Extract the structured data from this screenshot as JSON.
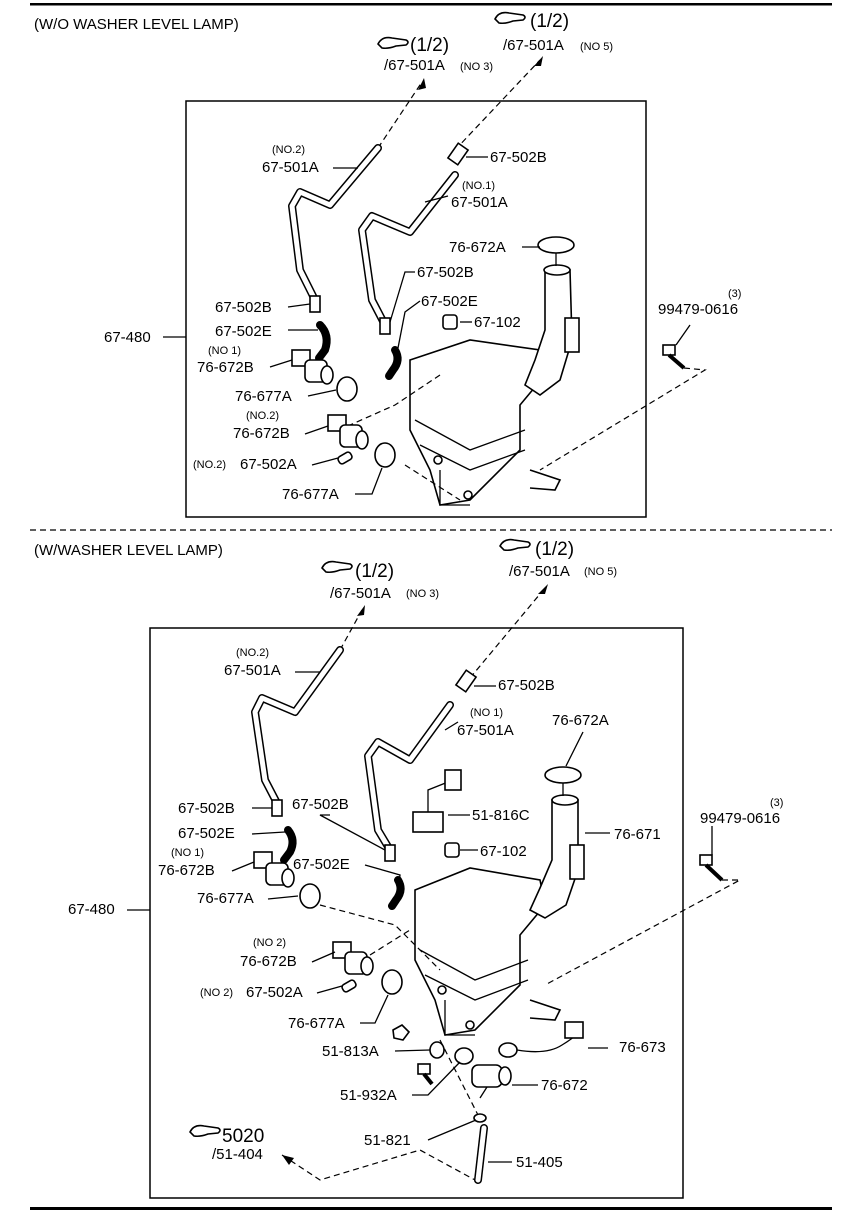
{
  "sections": [
    {
      "title": "(W/O WASHER LEVEL LAMP)",
      "refs": [
        {
          "page": "(1/2)",
          "code": "/67-501A",
          "note": "(NO 3)"
        },
        {
          "page": "(1/2)",
          "code": "/67-501A",
          "note": "(NO 5)"
        }
      ],
      "labels": {
        "no2_a": "(NO.2)",
        "hose_no2": "67-501A",
        "joint_top": "67-502B",
        "no1_a": "(NO.1)",
        "hose_no1": "67-501A",
        "cap": "76-672A",
        "joint_mid": "67-502B",
        "elbow_mid": "67-502E",
        "grommet": "67-102",
        "bolt_qty": "(3)",
        "bolt": "99479-0616",
        "joint_left": "67-502B",
        "elbow_left": "67-502E",
        "tank": "67-480",
        "no1_b": "(NO 1)",
        "motor_no1": "76-672B",
        "grommet_no1": "76-677A",
        "no2_b": "(NO.2)",
        "motor_no2": "76-672B",
        "no2_c": "(NO.2)",
        "joint_no2": "67-502A",
        "grommet_no2": "76-677A"
      }
    },
    {
      "title": "(W/WASHER LEVEL LAMP)",
      "refs": [
        {
          "page": "(1/2)",
          "code": "/67-501A",
          "note": "(NO 3)"
        },
        {
          "page": "(1/2)",
          "code": "/67-501A",
          "note": "(NO 5)"
        },
        {
          "page": "5020",
          "code": "/51-404",
          "note": ""
        }
      ],
      "labels": {
        "no2_a": "(NO.2)",
        "hose_no2": "67-501A",
        "joint_top": "67-502B",
        "no1_a": "(NO 1)",
        "hose_no1": "67-501A",
        "cap": "76-672A",
        "switch": "51-816C",
        "pipe": "76-671",
        "joint_left": "67-502B",
        "joint_mid": "67-502B",
        "elbow_left": "67-502E",
        "grommet": "67-102",
        "no1_b": "(NO 1)",
        "motor_no1": "76-672B",
        "elbow_mid": "67-502E",
        "grommet_no1": "76-677A",
        "tank": "67-480",
        "bolt_qty": "(3)",
        "bolt": "99479-0616",
        "no2_b": "(NO 2)",
        "motor_no2": "76-672B",
        "no2_c": "(NO 2)",
        "joint_no2": "67-502A",
        "grommet_no2": "76-677A",
        "nut": "51-813A",
        "sensor": "76-673",
        "clip_bolt": "51-932A",
        "pump": "76-672",
        "clamp": "51-821",
        "hose_low": "51-405"
      }
    }
  ]
}
